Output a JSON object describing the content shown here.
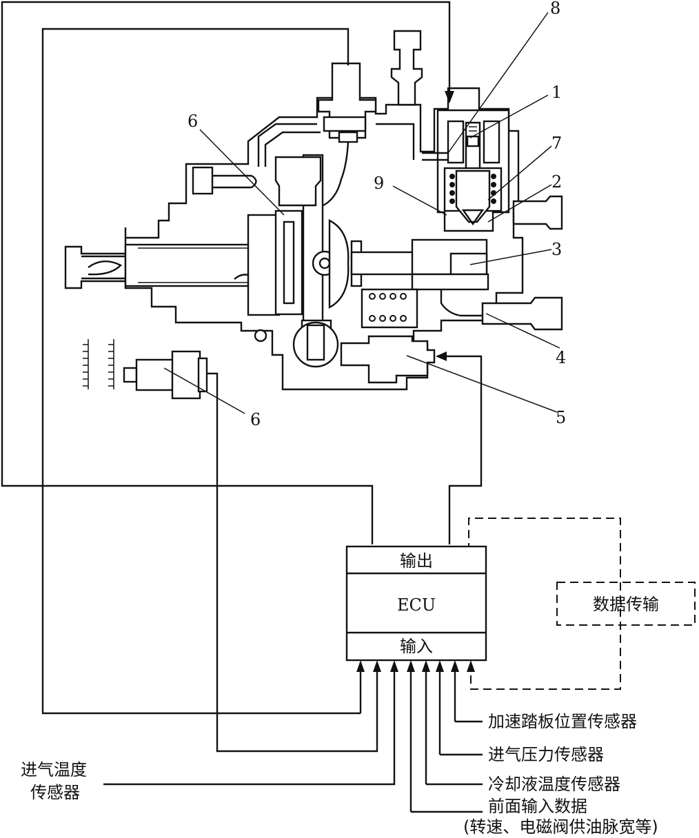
{
  "callouts": {
    "c8": "8",
    "c1": "1",
    "c7": "7",
    "c2": "2",
    "c3": "3",
    "c9": "9",
    "c6_top": "6",
    "c6_bottom": "6",
    "c4": "4",
    "c5": "5"
  },
  "ecu": {
    "output": "输出",
    "name": "ECU",
    "input": "输入"
  },
  "data_transfer": "数据传输",
  "inputs": {
    "accelerator": "加速踏板位置传感器",
    "intake_pressure": "进气压力传感器",
    "coolant_temp": "冷却液温度传感器",
    "previous_data_line1": "前面输入数据",
    "previous_data_line2": "(转速、电磁阀供油脉宽等)",
    "intake_temp_line1": "进气温度",
    "intake_temp_line2": "传感器"
  }
}
